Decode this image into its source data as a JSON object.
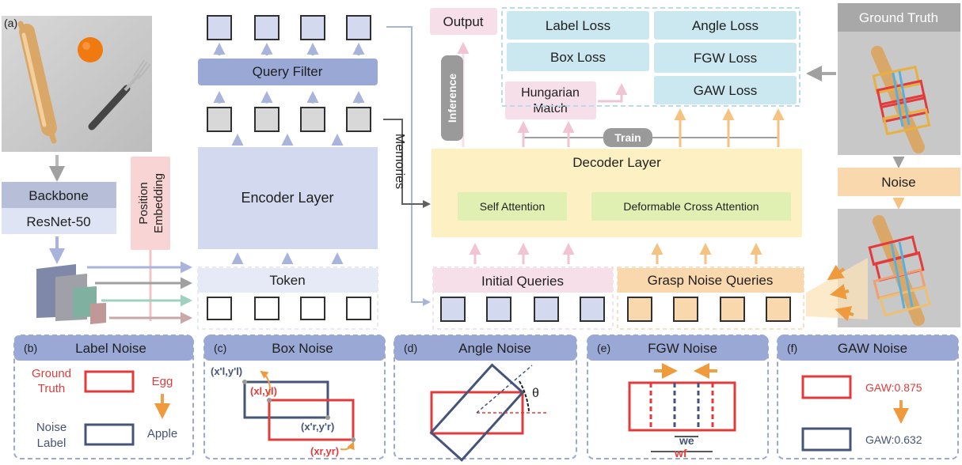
{
  "labels": {
    "panel_a": "(a)",
    "backbone": "Backbone",
    "resnet": "ResNet-50",
    "position_embedding_1": "Position",
    "position_embedding_2": "Embedding",
    "token": "Token",
    "encoder_layer": "Encoder Layer",
    "query_filter": "Query Filter",
    "memories": "Memories",
    "output": "Output",
    "inference": "Inference",
    "hungarian_1": "Hungarian",
    "hungarian_2": "Match",
    "label_loss": "Label Loss",
    "box_loss": "Box Loss",
    "angle_loss": "Angle Loss",
    "fgw_loss": "FGW Loss",
    "gaw_loss": "GAW Loss",
    "train": "Train",
    "decoder_layer": "Decoder Layer",
    "self_attention": "Self Attention",
    "deformable_cross_attention": "Deformable Cross Attention",
    "initial_queries": "Initial Queries",
    "grasp_noise_queries": "Grasp Noise Queries",
    "ground_truth": "Ground Truth",
    "noise": "Noise"
  },
  "panels": {
    "b": {
      "tag": "(b)",
      "title": "Label Noise",
      "gt_1": "Ground",
      "gt_2": "Truth",
      "egg": "Egg",
      "noise_1": "Noise",
      "noise_2": "Label",
      "apple": "Apple"
    },
    "c": {
      "tag": "(c)",
      "title": "Box Noise",
      "p1": "(x'l,y'l)",
      "p2": "(xl,yl)",
      "p3": "(x'r,y'r)",
      "p4": "(xr,yr)"
    },
    "d": {
      "tag": "(d)",
      "title": "Angle Noise",
      "theta": "θ"
    },
    "e": {
      "tag": "(e)",
      "title": "FGW Noise",
      "we": "we",
      "wf": "wf"
    },
    "f": {
      "tag": "(f)",
      "title": "GAW Noise",
      "gaw_gt": "GAW:0.875",
      "gaw_noise": "GAW:0.632"
    }
  },
  "colors": {
    "blue_dark": "#8fa0d2",
    "blue_light": "#d3d9ef",
    "cyan": "#cbe7ef",
    "pink": "#f6dfe9",
    "orange_box": "#f9d8ad",
    "orange": "#f0a048",
    "yellow": "#fdf0c3",
    "green": "#dff0b2",
    "red": "#e23b3b",
    "navy": "#44547a",
    "gray": "#a8a8a8"
  }
}
